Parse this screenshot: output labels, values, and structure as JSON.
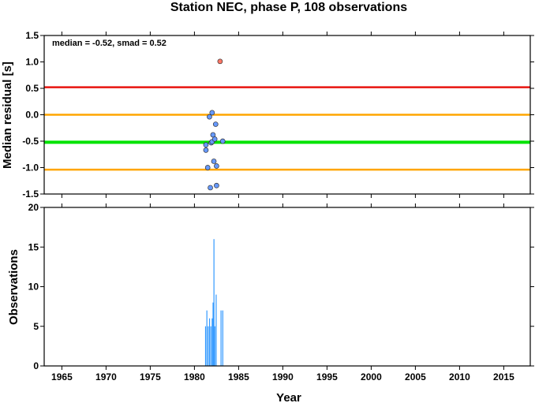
{
  "figure": {
    "title": "Station NEC, phase P, 108 observations"
  },
  "chart_data": [
    {
      "type": "scatter",
      "panel": "top",
      "ylabel": "Median residual [s]",
      "annotation": "median = -0.52, smad = 0.52",
      "xlim": [
        1963,
        2018
      ],
      "ylim": [
        -1.5,
        1.5
      ],
      "yticks": [
        "1.5",
        "1.0",
        "0.5",
        "0.0",
        "-0.5",
        "-1.0",
        "-1.5"
      ],
      "ytick_values": [
        1.5,
        1.0,
        0.5,
        0.0,
        -0.5,
        -1.0,
        -1.5
      ],
      "reference_lines": [
        {
          "y": 0.52,
          "color": "#e8150f"
        },
        {
          "y": 0.0,
          "color": "#ffa500"
        },
        {
          "y": -0.52,
          "color": "#00e300"
        },
        {
          "y": -1.04,
          "color": "#ffa500"
        }
      ],
      "points": [
        {
          "x": 1981.3,
          "y": -0.57,
          "color": "#6699ff"
        },
        {
          "x": 1981.3,
          "y": -0.67,
          "color": "#6699ff"
        },
        {
          "x": 1981.5,
          "y": -1.0,
          "color": "#6699ff"
        },
        {
          "x": 1981.7,
          "y": -0.04,
          "color": "#6699ff"
        },
        {
          "x": 1981.8,
          "y": -1.38,
          "color": "#6699ff"
        },
        {
          "x": 1981.9,
          "y": -0.53,
          "color": "#6699ff"
        },
        {
          "x": 1982.0,
          "y": 0.04,
          "color": "#6699ff"
        },
        {
          "x": 1982.0,
          "y": -0.51,
          "color": "#6699ff"
        },
        {
          "x": 1982.1,
          "y": -0.38,
          "color": "#6699ff"
        },
        {
          "x": 1982.2,
          "y": -0.88,
          "color": "#6699ff"
        },
        {
          "x": 1982.3,
          "y": -0.46,
          "color": "#6699ff"
        },
        {
          "x": 1982.4,
          "y": -0.18,
          "color": "#6699ff"
        },
        {
          "x": 1982.5,
          "y": -0.97,
          "color": "#6699ff"
        },
        {
          "x": 1982.5,
          "y": -1.34,
          "color": "#6699ff"
        },
        {
          "x": 1982.9,
          "y": 1.01,
          "color": "#ff7766"
        },
        {
          "x": 1983.2,
          "y": -0.5,
          "color": "#6699ff"
        }
      ]
    },
    {
      "type": "bar",
      "panel": "bottom",
      "ylabel": "Observations",
      "xlabel": "Year",
      "xlim": [
        1963,
        2018
      ],
      "ylim": [
        0,
        20
      ],
      "bar_color": "#3399ff",
      "xticks": [
        "1965",
        "1970",
        "1975",
        "1980",
        "1985",
        "1990",
        "1995",
        "2000",
        "2005",
        "2010",
        "2015"
      ],
      "xtick_values": [
        1965,
        1970,
        1975,
        1980,
        1985,
        1990,
        1995,
        2000,
        2005,
        2010,
        2015
      ],
      "yticks": [
        "20",
        "15",
        "10",
        "5",
        "0"
      ],
      "ytick_values": [
        20,
        15,
        10,
        5,
        0
      ],
      "bars": [
        {
          "x": 1981.25,
          "value": 5
        },
        {
          "x": 1981.4,
          "value": 7
        },
        {
          "x": 1981.55,
          "value": 5
        },
        {
          "x": 1981.7,
          "value": 6
        },
        {
          "x": 1981.85,
          "value": 5
        },
        {
          "x": 1982.0,
          "value": 6
        },
        {
          "x": 1982.1,
          "value": 8
        },
        {
          "x": 1982.2,
          "value": 16
        },
        {
          "x": 1982.3,
          "value": 5
        },
        {
          "x": 1982.45,
          "value": 9
        },
        {
          "x": 1983.0,
          "value": 7
        },
        {
          "x": 1983.2,
          "value": 7
        }
      ]
    }
  ]
}
